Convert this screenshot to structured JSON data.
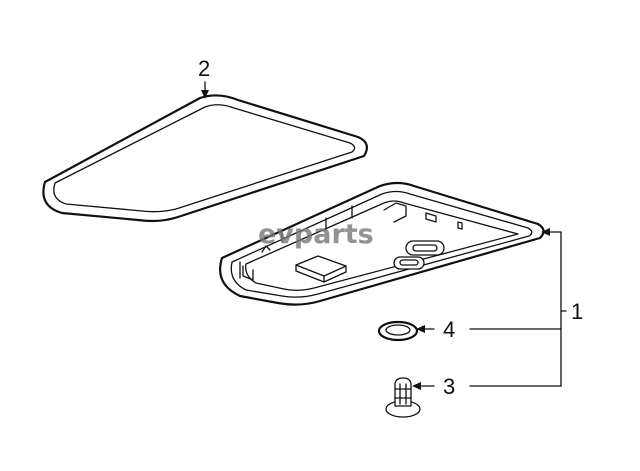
{
  "callouts": {
    "c1": "1",
    "c2": "2",
    "c3": "3",
    "c4": "4"
  },
  "watermark": "evparts",
  "colors": {
    "line": "#111111",
    "watermark": "#777777",
    "background": "#ffffff"
  }
}
